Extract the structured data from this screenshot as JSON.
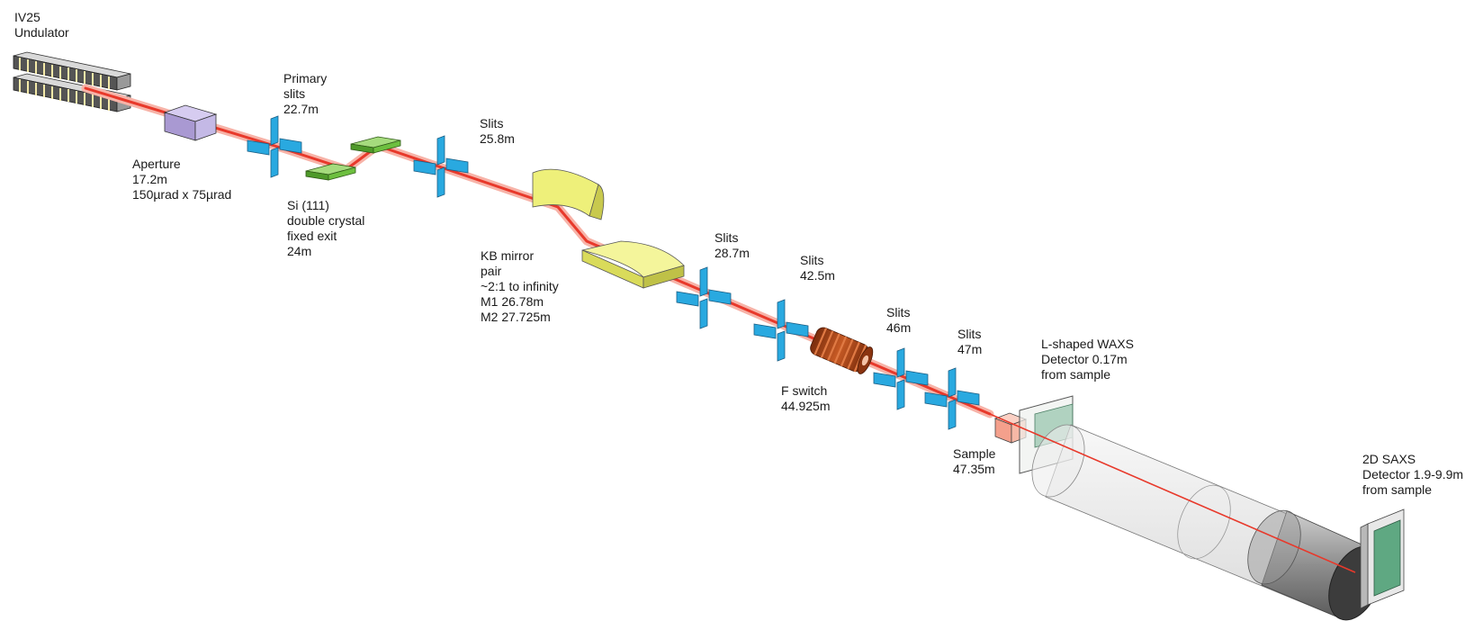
{
  "colors": {
    "beam": "#e8392b",
    "beam_glow": "#f7b3a8",
    "slit_blue": "#29a9e0",
    "crystal_green": "#6dbf3f",
    "kb_yellow": "#eef07a",
    "aperture_purple": "#b7a9d9",
    "coil_brown": "#b34a1a",
    "sample_pink": "#f4a08c",
    "detector_green": "#5fa882"
  },
  "labels": {
    "undulator": [
      "IV25",
      "Undulator"
    ],
    "aperture": [
      "Aperture",
      "17.2m",
      "150µrad x 75µrad"
    ],
    "primary_slits": [
      "Primary",
      "slits",
      "22.7m"
    ],
    "crystal": [
      "Si (111)",
      "double crystal",
      "fixed exit",
      "24m"
    ],
    "slits_258": [
      "Slits",
      "25.8m"
    ],
    "kb_mirror": [
      "KB mirror",
      "pair",
      "~2:1 to infinity",
      "M1 26.78m",
      "M2 27.725m"
    ],
    "slits_287": [
      "Slits",
      "28.7m"
    ],
    "slits_425": [
      "Slits",
      "42.5m"
    ],
    "f_switch": [
      "F switch",
      "44.925m"
    ],
    "slits_46": [
      "Slits",
      "46m"
    ],
    "slits_47": [
      "Slits",
      "47m"
    ],
    "waxs": [
      "L-shaped WAXS",
      "Detector  0.17m",
      "from sample"
    ],
    "sample": [
      "Sample",
      "47.35m"
    ],
    "saxs": [
      "2D SAXS",
      "Detector 1.9-9.9m",
      "from sample"
    ]
  }
}
